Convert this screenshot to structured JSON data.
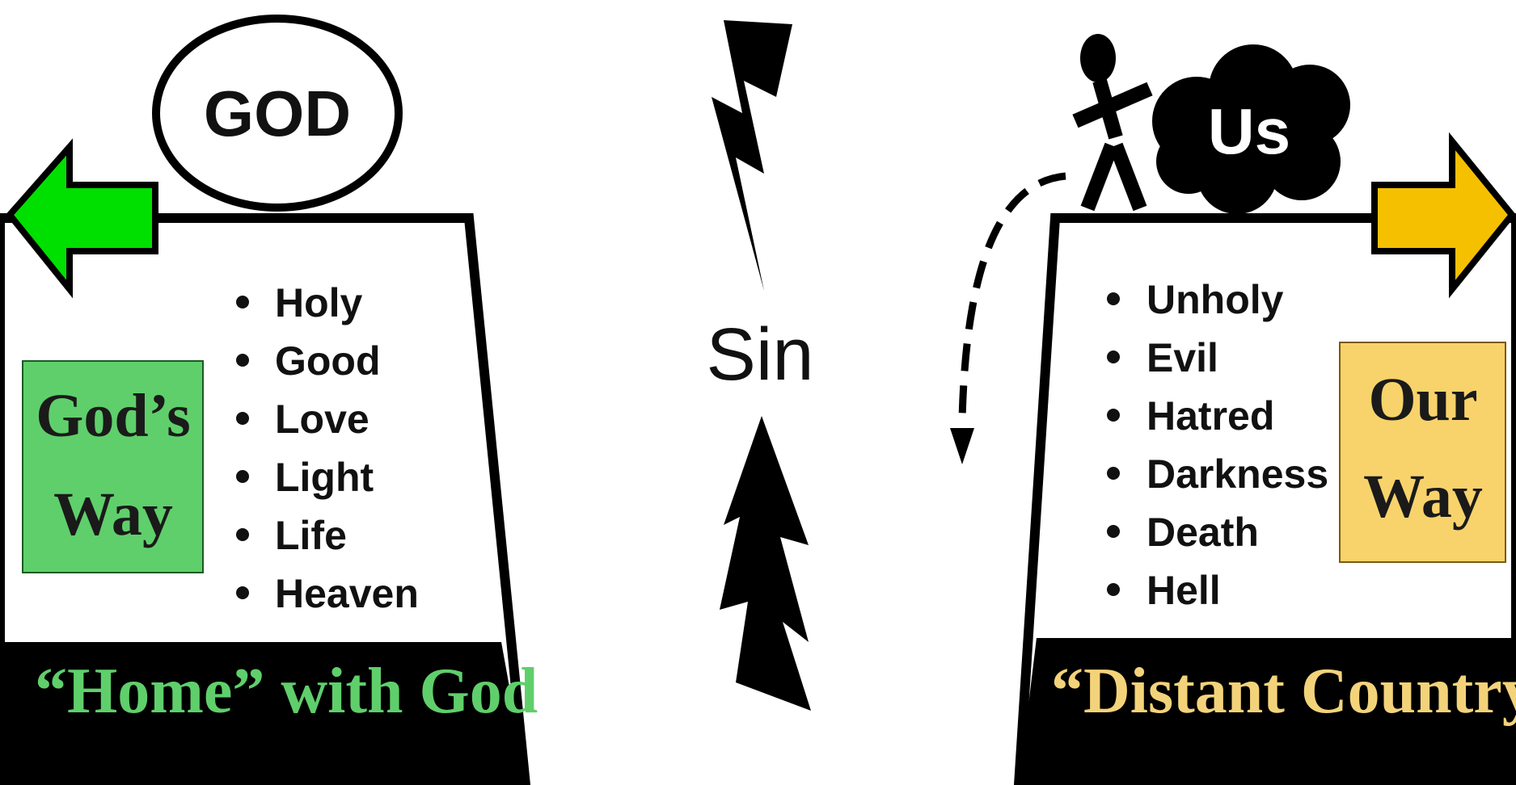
{
  "colors": {
    "god_green": "#00e000",
    "god_way_box": "#5fcf6b",
    "home_text": "#5fcf6b",
    "our_yellow": "#f5c000",
    "our_way_box": "#f8d36b",
    "distant_text": "#f3d37a",
    "black": "#000000",
    "white": "#ffffff"
  },
  "left": {
    "god_label": "GOD",
    "way_line1": "God’s",
    "way_line2": "Way",
    "attributes": [
      "Holy",
      "Good",
      "Love",
      "Light",
      "Life",
      "Heaven"
    ],
    "caption": "“Home” with God",
    "arrow_icon": "arrow-left-icon"
  },
  "center": {
    "label": "Sin",
    "lightning_icon": "lightning-bolt-icon"
  },
  "right": {
    "us_label": "Us",
    "way_line1": "Our",
    "way_line2": "Way",
    "attributes": [
      "Unholy",
      "Evil",
      "Hatred",
      "Darkness",
      "Death",
      "Hell"
    ],
    "caption": "“Distant Country”",
    "arrow_icon": "arrow-right-icon",
    "figure_icon": "stick-figure-icon",
    "cloud_icon": "cloud-icon",
    "fall_arrow_icon": "dashed-fall-arrow-icon"
  }
}
